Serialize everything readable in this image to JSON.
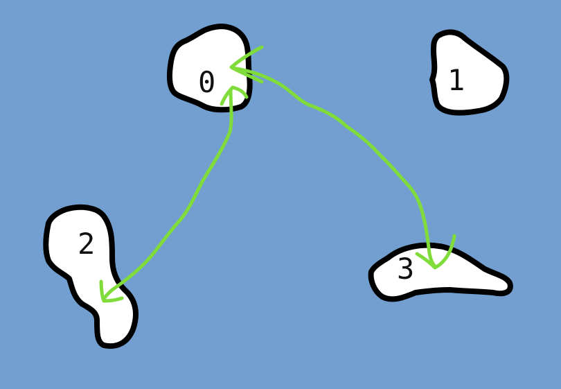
{
  "colors": {
    "water": "#729fcf",
    "island_fill": "#ffffff",
    "island_outline": "#000000",
    "route": "#7fdc3a"
  },
  "islands": [
    {
      "id": 0,
      "label": "0"
    },
    {
      "id": 1,
      "label": "1"
    },
    {
      "id": 2,
      "label": "2"
    },
    {
      "id": 3,
      "label": "3"
    }
  ],
  "routes": [
    {
      "from": "0",
      "to": "2",
      "bidirectional": true
    },
    {
      "from": "0",
      "to": "3",
      "bidirectional": true
    }
  ]
}
